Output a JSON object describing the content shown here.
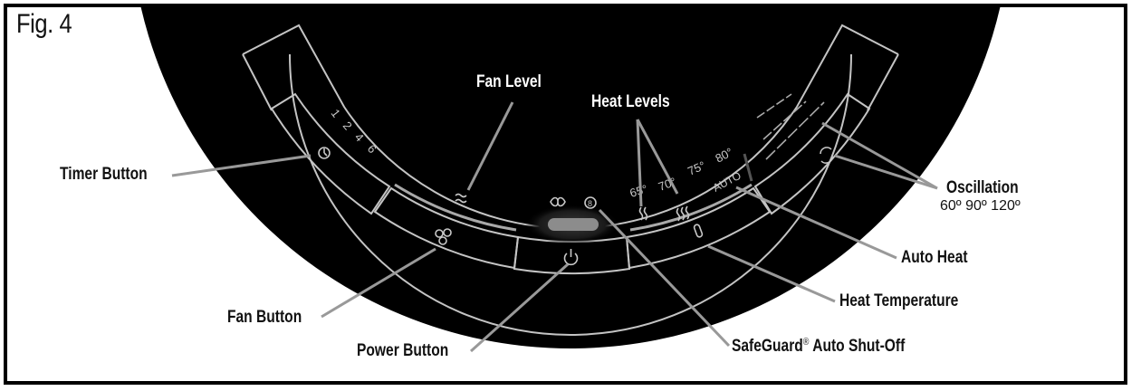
{
  "figure": {
    "title": "Fig. 4"
  },
  "panel": {
    "timer_values": [
      "1",
      "2",
      "4",
      "6"
    ],
    "heat_values": [
      "65°",
      "70°",
      "75°",
      "80°"
    ],
    "auto_label": "AUTO",
    "colors": {
      "panel_bg": "#000000",
      "bezel_line": "#c0c0c0",
      "leader_line": "#9a9a9a",
      "indicator_glow": "#8a8a8a"
    }
  },
  "callouts": {
    "timer_button": "Timer Button",
    "fan_level": "Fan Level",
    "heat_levels": "Heat Levels",
    "oscillation": "Oscillation",
    "oscillation_angles": "60º  90º  120º",
    "auto_heat": "Auto Heat",
    "heat_temperature": "Heat Temperature",
    "fan_button": "Fan Button",
    "power_button": "Power Button",
    "safeguard_name": "SafeGuard",
    "safeguard_reg": "®",
    "safeguard_rest": " Auto Shut-Off"
  }
}
